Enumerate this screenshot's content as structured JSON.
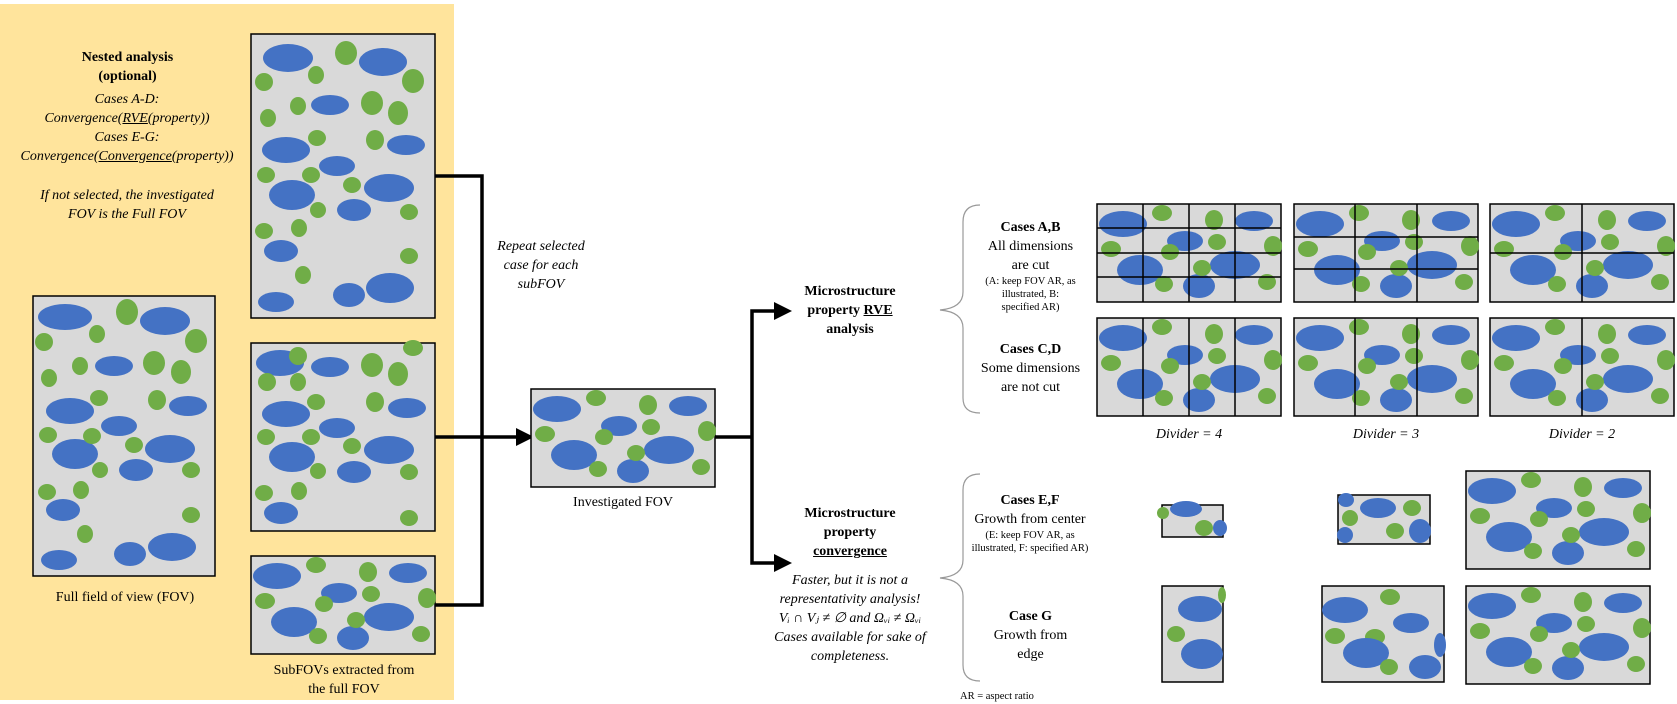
{
  "nested": {
    "title1": "Nested analysis",
    "title2": "(optional)",
    "line1": "Cases A-D:",
    "line2a": "Convergence(",
    "line2b": "RVE",
    "line2c": "(property))",
    "line3": "Cases E-G:",
    "line4a": "Convergence(",
    "line4b": "Convergence",
    "line4c": "(property))",
    "note1": "If not selected, the investigated",
    "note2": "FOV is the Full FOV"
  },
  "full_fov_label": "Full field of view (FOV)",
  "subfov_label1": "SubFOVs extracted from",
  "subfov_label2": "the full FOV",
  "repeat1": "Repeat selected",
  "repeat2": "case for each",
  "repeat3": "subFOV",
  "investigated_label": "Investigated FOV",
  "rve": {
    "line1": "Microstructure",
    "line2a": "property ",
    "line2b": "RVE",
    "line3": "analysis"
  },
  "conv": {
    "line1": "Microstructure",
    "line2": "property",
    "line3": "convergence",
    "note1": "Faster, but it is not a",
    "note2": "representativity analysis!",
    "note3": "Vᵢ ∩ Vⱼ ≠ ∅ and Ωᵥᵢ ≠ Ωᵥᵢ",
    "note4": "Cases available for sake of",
    "note5": "completeness."
  },
  "case_ab": {
    "title": "Cases A,B",
    "l1": "All dimensions",
    "l2": "are cut",
    "s1": "(A: keep FOV AR, as",
    "s2": "illustrated, B:",
    "s3": "specified AR)"
  },
  "case_cd": {
    "title": "Cases C,D",
    "l1": "Some dimensions",
    "l2": "are not cut"
  },
  "case_ef": {
    "title": "Cases E,F",
    "l1": "Growth from center",
    "s1": "(E: keep FOV AR, as",
    "s2": "illustrated, F: specified AR)"
  },
  "case_g": {
    "title": "Case G",
    "l1": "Growth from",
    "l2": "edge"
  },
  "dividers": [
    "Divider = 4",
    "Divider = 3",
    "Divider = 2"
  ],
  "ar_note": "AR = aspect ratio",
  "colors": {
    "panel": "#ffe49c",
    "box": "#d9d9d9",
    "blue": "#4472c4",
    "green": "#70ad47"
  }
}
